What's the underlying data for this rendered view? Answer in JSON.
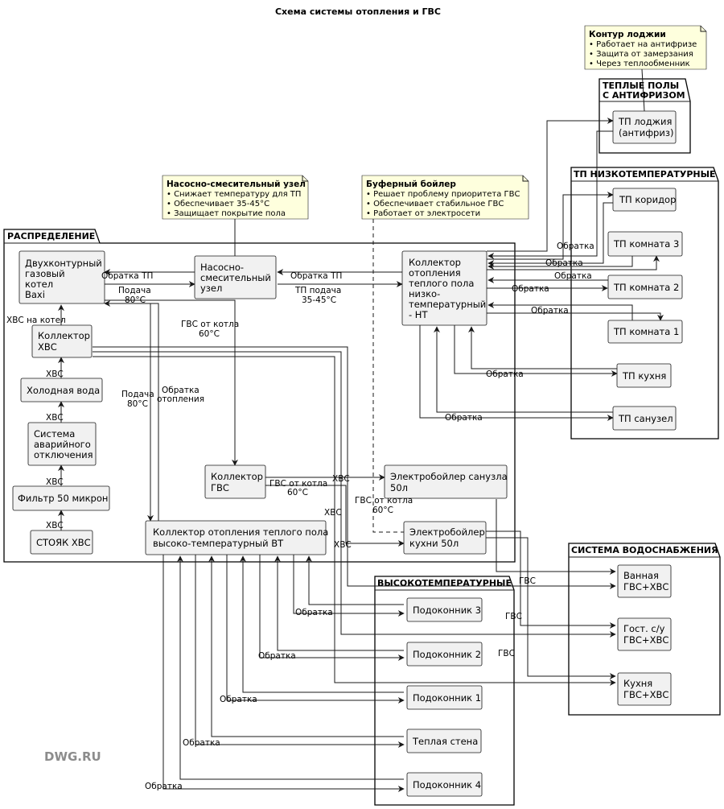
{
  "title": "Схема системы отопления и ГВС",
  "watermark": "DWG.RU",
  "packages": {
    "distribution": "РАСПРЕДЕЛЕНИЕ",
    "tp_antifreeze": [
      "ТЕПЛЫЕ ПОЛЫ",
      "С АНТИФРИЗОМ"
    ],
    "tp_low": "ТП НИЗКОТЕМПЕРАТУРНЫЕ",
    "high_temp": "ВЫСОКОТЕМПЕРАТУРНЫЕ",
    "water": "СИСТЕМА ВОДОСНАБЖЕНИЯ"
  },
  "nodes": {
    "boiler": [
      "Двухконтурный",
      "газовый",
      "котел",
      "Baxi"
    ],
    "mixing": [
      "Насосно-",
      "смесительный",
      "узел"
    ],
    "collector_nt": [
      "Коллектор",
      "отопления",
      "теплого пола",
      "низко-",
      "температурный",
      "- НТ"
    ],
    "collector_hvs": [
      "Коллектор",
      "ХВС"
    ],
    "cold_water": [
      "Холодная вода"
    ],
    "emergency": [
      "Система",
      "аварийного",
      "отключения"
    ],
    "filter": [
      "Фильтр 50 микрон"
    ],
    "riser": [
      "СТОЯК ХВС"
    ],
    "collector_gvs": [
      "Коллектор",
      "ГВС"
    ],
    "eboiler_bath": [
      "Электробойлер санузла",
      "50л"
    ],
    "eboiler_kitchen": [
      "Электробойлер",
      "кухни 50л"
    ],
    "collector_vt": [
      "Коллектор отопления теплого пола",
      "высоко-температурный ВТ"
    ],
    "tp_loggia": [
      "ТП лоджия",
      "(антифриз)"
    ],
    "tp_corridor": [
      "ТП коридор"
    ],
    "tp_room3": [
      "ТП комната 3"
    ],
    "tp_room2": [
      "ТП комната 2"
    ],
    "tp_room1": [
      "ТП комната 1"
    ],
    "tp_kitchen": [
      "ТП кухня"
    ],
    "tp_bathroom": [
      "ТП санузел"
    ],
    "sill3": [
      "Подоконник 3"
    ],
    "sill2": [
      "Подоконник 2"
    ],
    "sill1": [
      "Подоконник 1"
    ],
    "warm_wall": [
      "Теплая стена"
    ],
    "sill4": [
      "Подоконник 4"
    ],
    "bath": [
      "Ванная",
      "ГВС+ХВС"
    ],
    "guest_wc": [
      "Гост. с/у",
      "ГВС+ХВС"
    ],
    "kitchen": [
      "Кухня",
      "ГВС+ХВС"
    ]
  },
  "notes": {
    "loggia": {
      "title": "Контур лоджии",
      "items": [
        "• Работает на антифризе",
        "• Защита от замерзания",
        "• Через теплообменник"
      ]
    },
    "mixing": {
      "title": "Насосно-смесительный узел",
      "items": [
        "• Снижает температуру для ТП",
        "• Обеспечивает 35-45°C",
        "• Защищает покрытие пола"
      ]
    },
    "buffer": {
      "title": "Буферный бойлер",
      "items": [
        "• Решает проблему приоритета ГВС",
        "• Обеспечивает стабильное ГВС",
        "• Работает от электросети"
      ]
    }
  },
  "labels": {
    "obratka_tp": "Обратка ТП",
    "podacha_80": [
      "Подача",
      "80°C"
    ],
    "tp_podacha": [
      "ТП подача",
      "35-45°C"
    ],
    "hvs_na_kotel": "ХВС на котел",
    "gvs_ot_kotla": [
      "ГВС от котла",
      "60°C"
    ],
    "hvs": "ХВС",
    "gvs": "ГВС",
    "obratka": "Обратка",
    "obratka_otopleniya": [
      "Обратка",
      "отопления"
    ]
  }
}
